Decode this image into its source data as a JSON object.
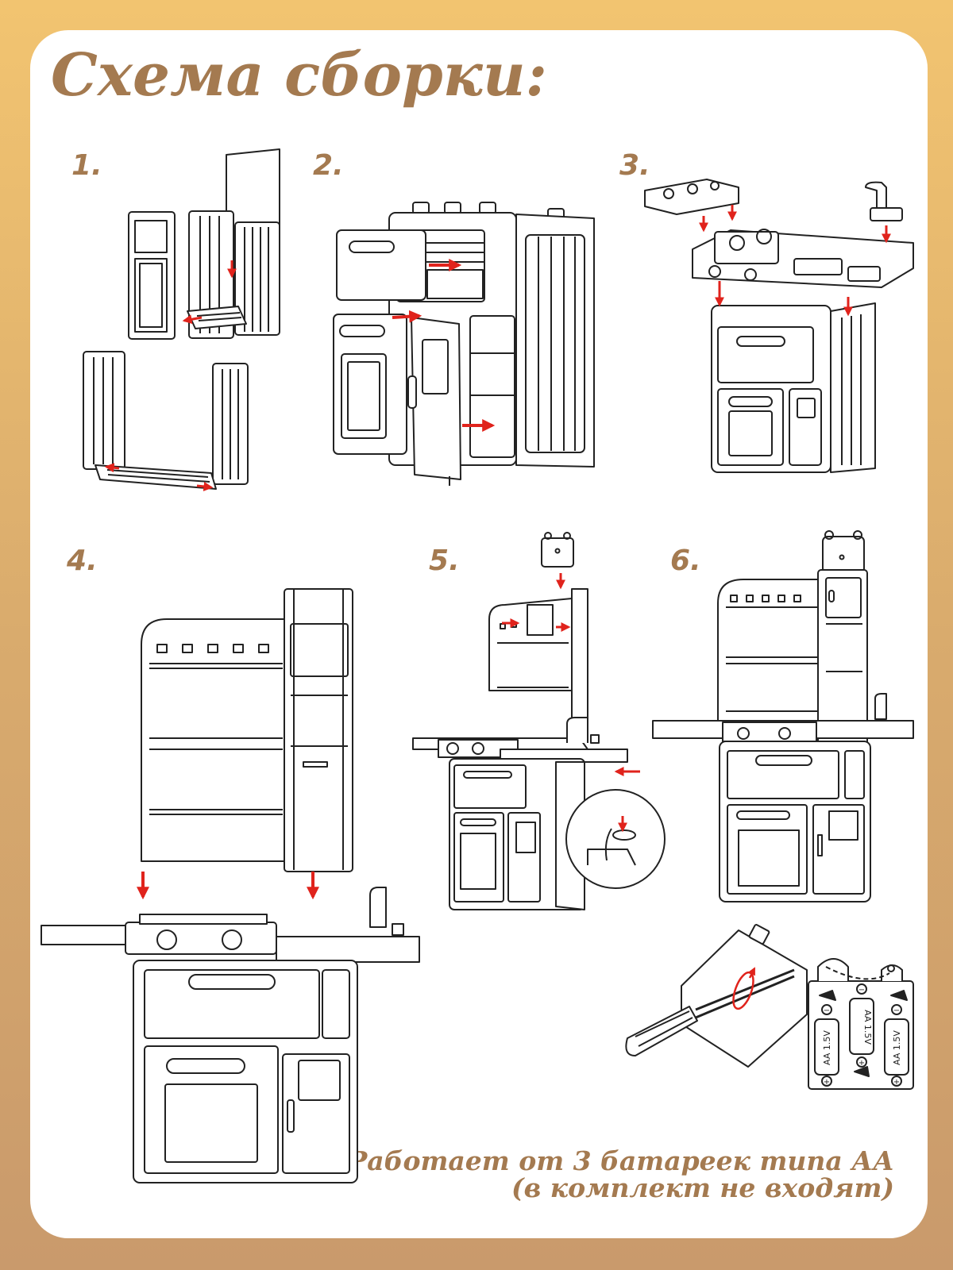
{
  "title": "Схема сборки:",
  "steps": {
    "s1": "1.",
    "s2": "2.",
    "s3": "3.",
    "s4": "4.",
    "s5": "5.",
    "s6": "6."
  },
  "battery": {
    "label": "AA 1.5V",
    "plus": "+",
    "minus": "−"
  },
  "note": {
    "line1": "Работает от 3 батареек типа АА",
    "line2": "(в комплект не входят)"
  },
  "colors": {
    "accent": "#a47a50",
    "arrow": "#e0231c",
    "line": "#222222"
  }
}
